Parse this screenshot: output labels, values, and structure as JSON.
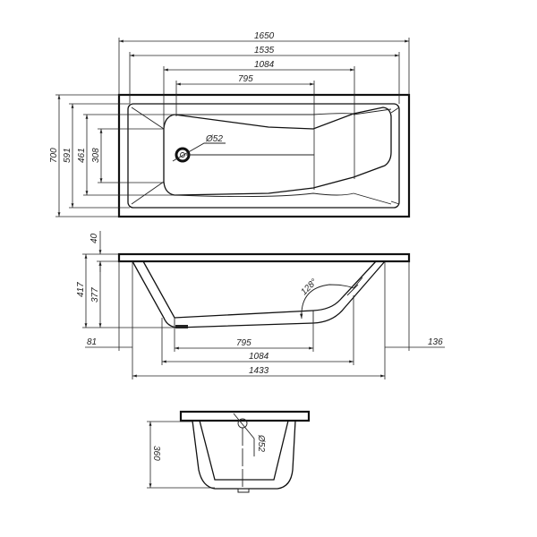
{
  "top_view": {
    "width_labels": [
      "1650",
      "1535",
      "1084",
      "795"
    ],
    "height_labels": [
      "700",
      "591",
      "461",
      "308"
    ],
    "drain_label": "Ø52"
  },
  "side_view": {
    "height_labels": [
      "40",
      "417",
      "377"
    ],
    "offset_left": "81",
    "offset_right": "136",
    "length_labels": [
      "795",
      "1084",
      "1433"
    ],
    "angle_label": "128°"
  },
  "end_view": {
    "height_label": "360",
    "drain_label": "Ø52"
  }
}
